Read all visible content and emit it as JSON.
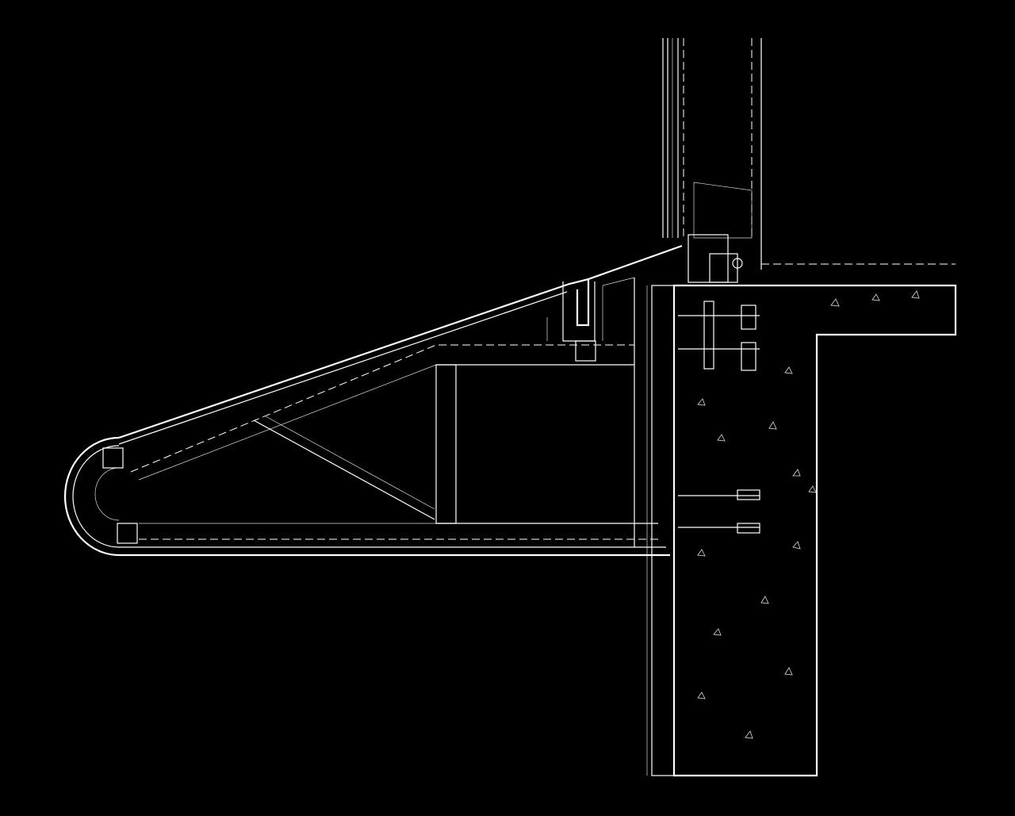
{
  "drawing": {
    "background_color": "#000000",
    "line_color": "#ffffff",
    "elements": [
      "concrete-slab-and-wall",
      "insulation-layer",
      "window-frame",
      "canopy-cladding",
      "canopy-steel-frame",
      "anchor-bolts"
    ]
  }
}
